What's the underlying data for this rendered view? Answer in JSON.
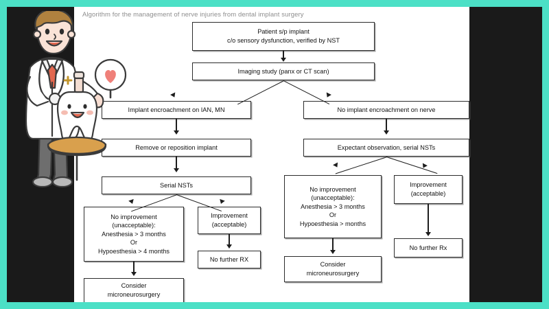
{
  "slide": {
    "border_color": "#4ce0c6",
    "background_color": "#1a1a1a",
    "panel_color": "#ffffff",
    "title": "Algorithm for the management of nerve injuries from dental implant surgery"
  },
  "illustration": {
    "name": "dentist-with-tooth-character",
    "heart_color": "#ef8079",
    "coat_color": "#ffffff",
    "hair_color": "#b0813f",
    "tie_color": "#e2674f",
    "pants_color": "#6e6e6e",
    "platform_color": "#c8903f"
  },
  "flowchart": {
    "type": "flowchart",
    "nodes": [
      {
        "id": "start",
        "label": "Patient s/p implant\nc/o sensory dysfunction, verified by NST"
      },
      {
        "id": "imaging",
        "label": "Imaging study (panx or CT scan)"
      },
      {
        "id": "encroach-yes",
        "label": "Implant encroachment on IAN, MN"
      },
      {
        "id": "encroach-no",
        "label": "No implant encroachment on nerve"
      },
      {
        "id": "remove",
        "label": "Remove or reposition implant"
      },
      {
        "id": "expectant",
        "label": "Expectant observation, serial NSTs"
      },
      {
        "id": "serial-nsts",
        "label": "Serial NSTs"
      },
      {
        "id": "left-no-improve",
        "label": "No improvement\n(unacceptable):\nAnesthesia > 3 months\nOr\nHypoesthesia > 4 months"
      },
      {
        "id": "left-improve",
        "label": "Improvement\n(acceptable)"
      },
      {
        "id": "left-no-further",
        "label": "No further RX"
      },
      {
        "id": "left-consider",
        "label": "Consider\nmicroneurosurgery"
      },
      {
        "id": "right-no-improve",
        "label": "No improvement\n(unacceptable):\nAnesthesia > 3 months\nOr\nHypoesthesia > months"
      },
      {
        "id": "right-improve",
        "label": "Improvement\n(acceptable)"
      },
      {
        "id": "right-no-further",
        "label": "No further Rx"
      },
      {
        "id": "right-consider",
        "label": "Consider\nmicroneurosurgery"
      }
    ],
    "edges": [
      {
        "from": "start",
        "to": "imaging"
      },
      {
        "from": "imaging",
        "to": "encroach-yes"
      },
      {
        "from": "imaging",
        "to": "encroach-no"
      },
      {
        "from": "encroach-yes",
        "to": "remove"
      },
      {
        "from": "remove",
        "to": "serial-nsts"
      },
      {
        "from": "serial-nsts",
        "to": "left-no-improve"
      },
      {
        "from": "serial-nsts",
        "to": "left-improve"
      },
      {
        "from": "left-improve",
        "to": "left-no-further"
      },
      {
        "from": "left-no-improve",
        "to": "left-consider"
      },
      {
        "from": "encroach-no",
        "to": "expectant"
      },
      {
        "from": "expectant",
        "to": "right-no-improve"
      },
      {
        "from": "expectant",
        "to": "right-improve"
      },
      {
        "from": "right-improve",
        "to": "right-no-further"
      },
      {
        "from": "right-no-improve",
        "to": "right-consider"
      }
    ]
  }
}
